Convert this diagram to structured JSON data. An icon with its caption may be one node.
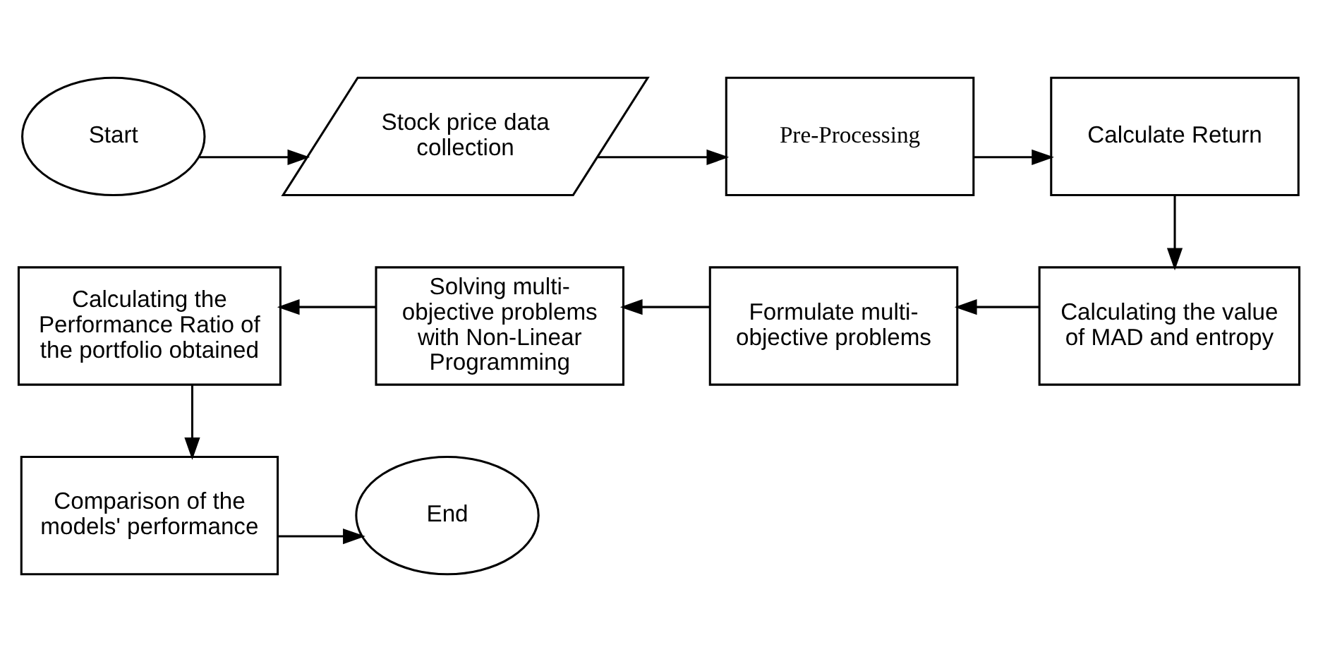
{
  "diagram": {
    "nodes": [
      {
        "text": [
          "Start"
        ]
      },
      {
        "text": [
          "Stock price data collection"
        ]
      },
      {
        "text": [
          "Pre-Processing"
        ]
      },
      {
        "text": [
          "Calculate Return"
        ]
      },
      {
        "text": [
          "Calculating the value of MAD and entropy"
        ]
      },
      {
        "text": [
          "Formulate multi-objective problems"
        ]
      },
      {
        "text": [
          "Solving multi-objective problems with Non-Linear Programming"
        ]
      },
      {
        "text": [
          "Calculating the Performance Ratio of the portfolio obtained"
        ]
      },
      {
        "text": [
          "Comparison of the models' performance"
        ]
      },
      {
        "text": [
          "End"
        ]
      }
    ],
    "edges": [
      {
        "from": 0,
        "to": 1,
        "arrow": "to"
      },
      {
        "from": 1,
        "to": 2,
        "arrow": "to"
      },
      {
        "from": 2,
        "to": 3,
        "arrow": "to"
      },
      {
        "from": 3,
        "to": 4,
        "arrow": "to"
      },
      {
        "from": 4,
        "to": 5,
        "arrow": "to"
      },
      {
        "from": 5,
        "to": 6,
        "arrow": "to"
      },
      {
        "from": 6,
        "to": 7,
        "arrow": "to"
      },
      {
        "from": 7,
        "to": 8,
        "arrow": "to"
      },
      {
        "from": 8,
        "to": 9,
        "arrow": "to"
      }
    ]
  }
}
